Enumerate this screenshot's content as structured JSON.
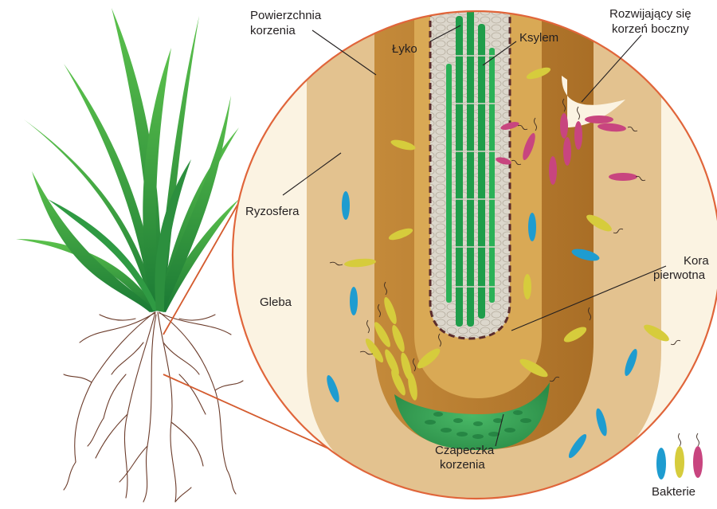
{
  "labels": {
    "root_surface_line1": "Powierzchnia",
    "root_surface_line2": "korzenia",
    "phloem": "Łyko",
    "xylem": "Ksylem",
    "lateral_root_line1": "Rozwijający się",
    "lateral_root_line2": "korzeń boczny",
    "rhizosphere": "Ryzosfera",
    "soil": "Gleba",
    "cortex_line1": "Kora",
    "cortex_line2": "pierwotna",
    "root_cap_line1": "Czapeczka",
    "root_cap_line2": "korzenia",
    "bacteria": "Bakterie"
  },
  "colors": {
    "soil": "#fbf3e2",
    "rhizosphere": "#e3c28f",
    "root_tissue": "#c8913f",
    "stele": "#d8d3c8",
    "vascular_green": "#1f9d4a",
    "root_cap": "#3aa85a",
    "circle_outline": "#e0653a",
    "bacteria_blue": "#1e9cd0",
    "bacteria_yellow": "#d6cc3c",
    "bacteria_pink": "#c8457f",
    "plant_leaf": "#3aa845",
    "plant_root": "#6b3b2a"
  }
}
